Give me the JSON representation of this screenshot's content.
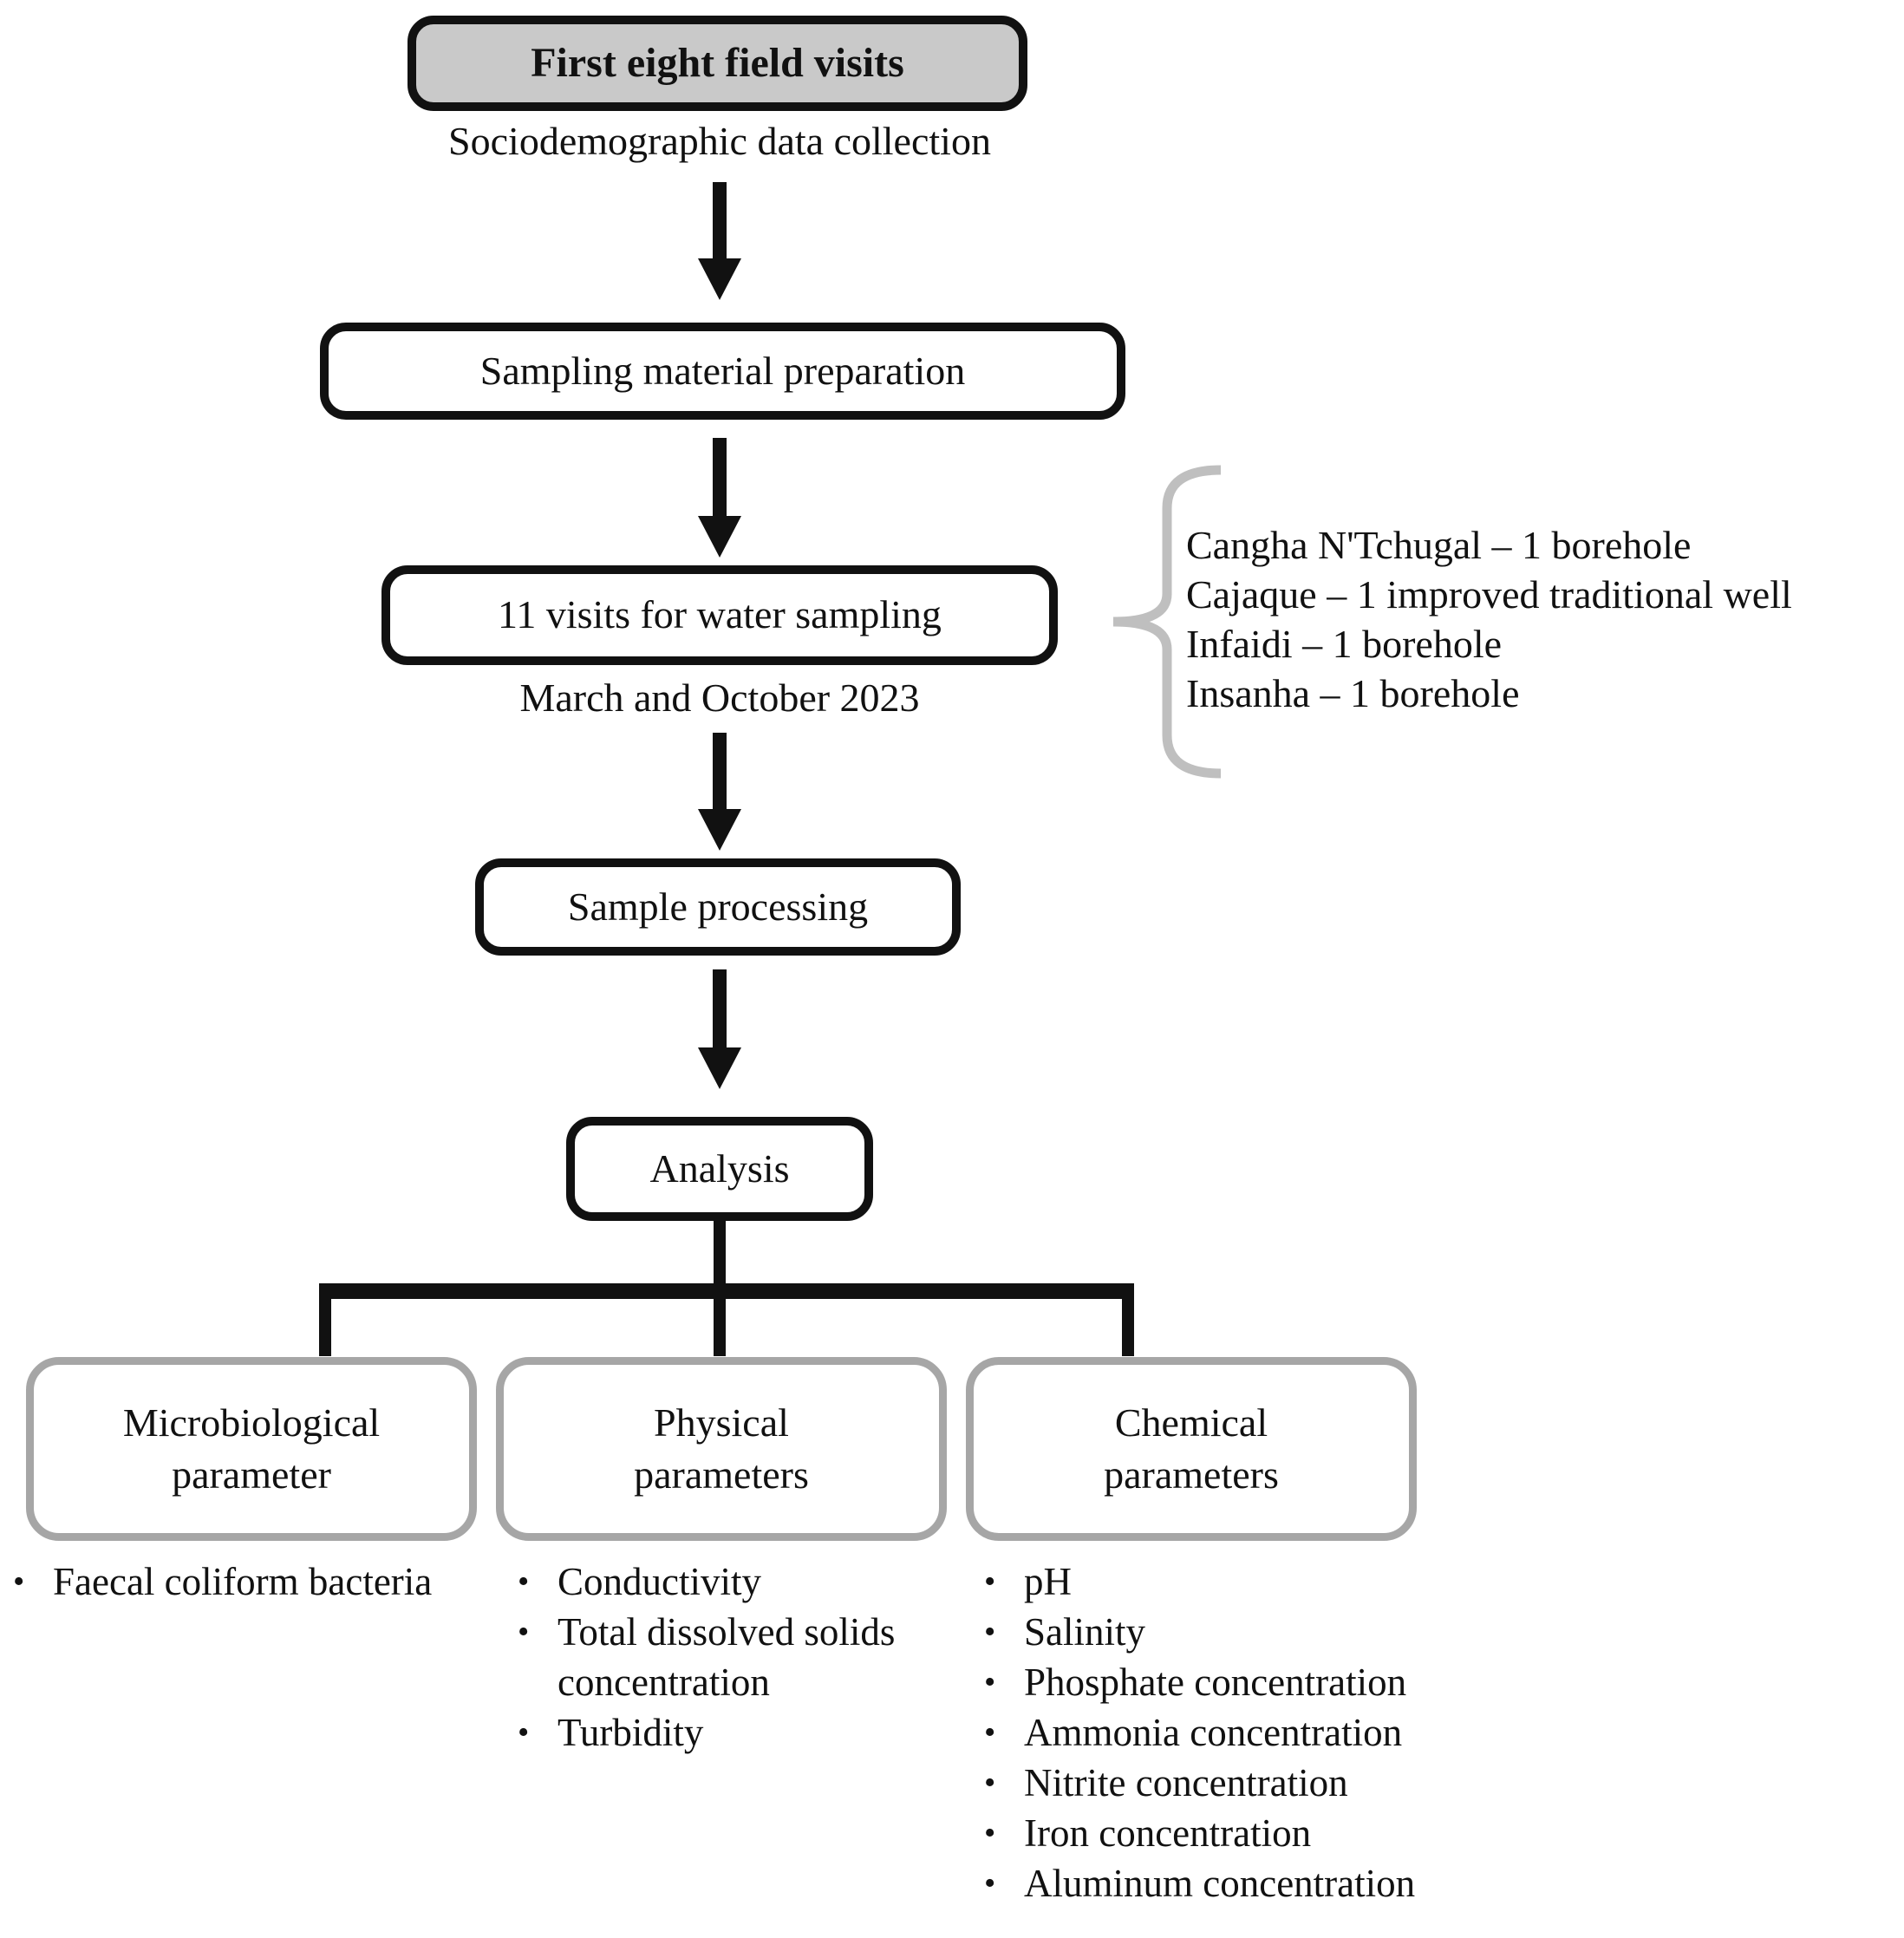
{
  "flow_steps": {
    "first_visits": {
      "label": "First eight field visits",
      "sublabel": "Sociodemographic data collection"
    },
    "material_prep": {
      "label": "Sampling material preparation"
    },
    "water_sampling": {
      "label": "11 visits for water sampling",
      "sublabel": "March and October 2023"
    },
    "sample_processing": {
      "label": "Sample processing"
    },
    "analysis": {
      "label": "Analysis"
    }
  },
  "sampling_sites": [
    "Cangha N'Tchugal – 1 borehole",
    "Cajaque – 1 improved traditional well",
    "Infaidi – 1 borehole",
    "Insanha – 1 borehole"
  ],
  "branches": [
    {
      "label": "Microbiological parameter",
      "items": [
        "Faecal coliform bacteria"
      ]
    },
    {
      "label": "Physical parameters",
      "items": [
        "Conductivity",
        "Total dissolved solids concentration",
        "Turbidity"
      ]
    },
    {
      "label": "Chemical parameters",
      "items": [
        "pH",
        "Salinity",
        "Phosphate concentration",
        "Ammonia concentration",
        "Nitrite concentration",
        "Iron concentration",
        "Aluminum concentration"
      ]
    }
  ],
  "colors": {
    "line_black": "#111111",
    "gray_box_fill": "#c9c9c9",
    "param_border_gray": "#a6a6a6",
    "brace_gray": "#bfbfbf",
    "background": "#ffffff"
  }
}
